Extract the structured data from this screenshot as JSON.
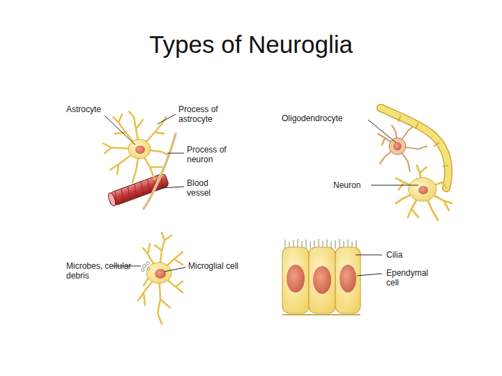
{
  "diagram": {
    "title": "Types of Neuroglia",
    "labels": [
      "Astrocyte",
      "Process of astrocyte",
      "Process of neuron",
      "Blood vessel",
      "Oligodendrocyte",
      "Neuron",
      "Microbes, cellular debris",
      "Microglial cell",
      "Cilia",
      "Ependymal cell"
    ]
  }
}
